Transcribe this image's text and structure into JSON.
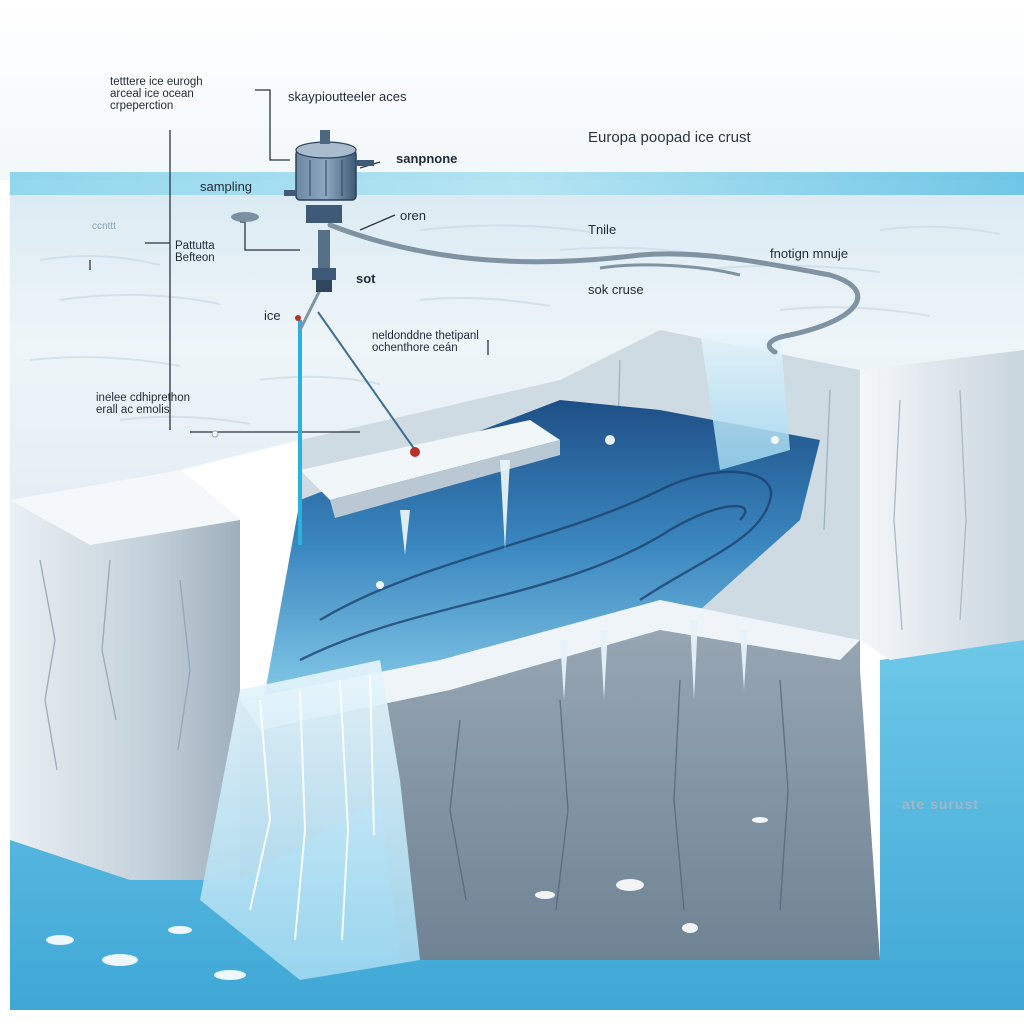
{
  "diagram": {
    "title": "Europa poopad ice crust",
    "watermark": "ate surust",
    "labels": {
      "top_left_note": "tetttere ice eurogh\narceal ice ocean\ncrpeperction",
      "probe_top": "skaypioutteeler aces",
      "probe_side": "sanpnone",
      "sampling": "sampling",
      "open": "oren",
      "mile": "Tnile",
      "right_note": "fnotign mnuje",
      "station_note": "Pattutta\nBefteon",
      "soil": "sot",
      "crust": "sok cruse",
      "ice": "ice",
      "middle_note": "neldonddne thetipanl\nochenthore ceán",
      "lower_left_note": "inelee cdhiprethon\nerall ac emolis",
      "tiny_tag": "ccnttt"
    },
    "colors": {
      "ice_surface": "#e8f1f6",
      "ice_wall": "#c9d6df",
      "water_deep": "#2f6e9e",
      "water_light": "#6fc3e3",
      "ocean": "#5bbde3",
      "probe": "#4a6a88",
      "tube": "#7f93a3",
      "sensor": "#2bb2dc",
      "marker": "#b8302a"
    },
    "icons": [
      "probe-icon",
      "sensor-rod-icon",
      "marker-dot-icon"
    ]
  }
}
